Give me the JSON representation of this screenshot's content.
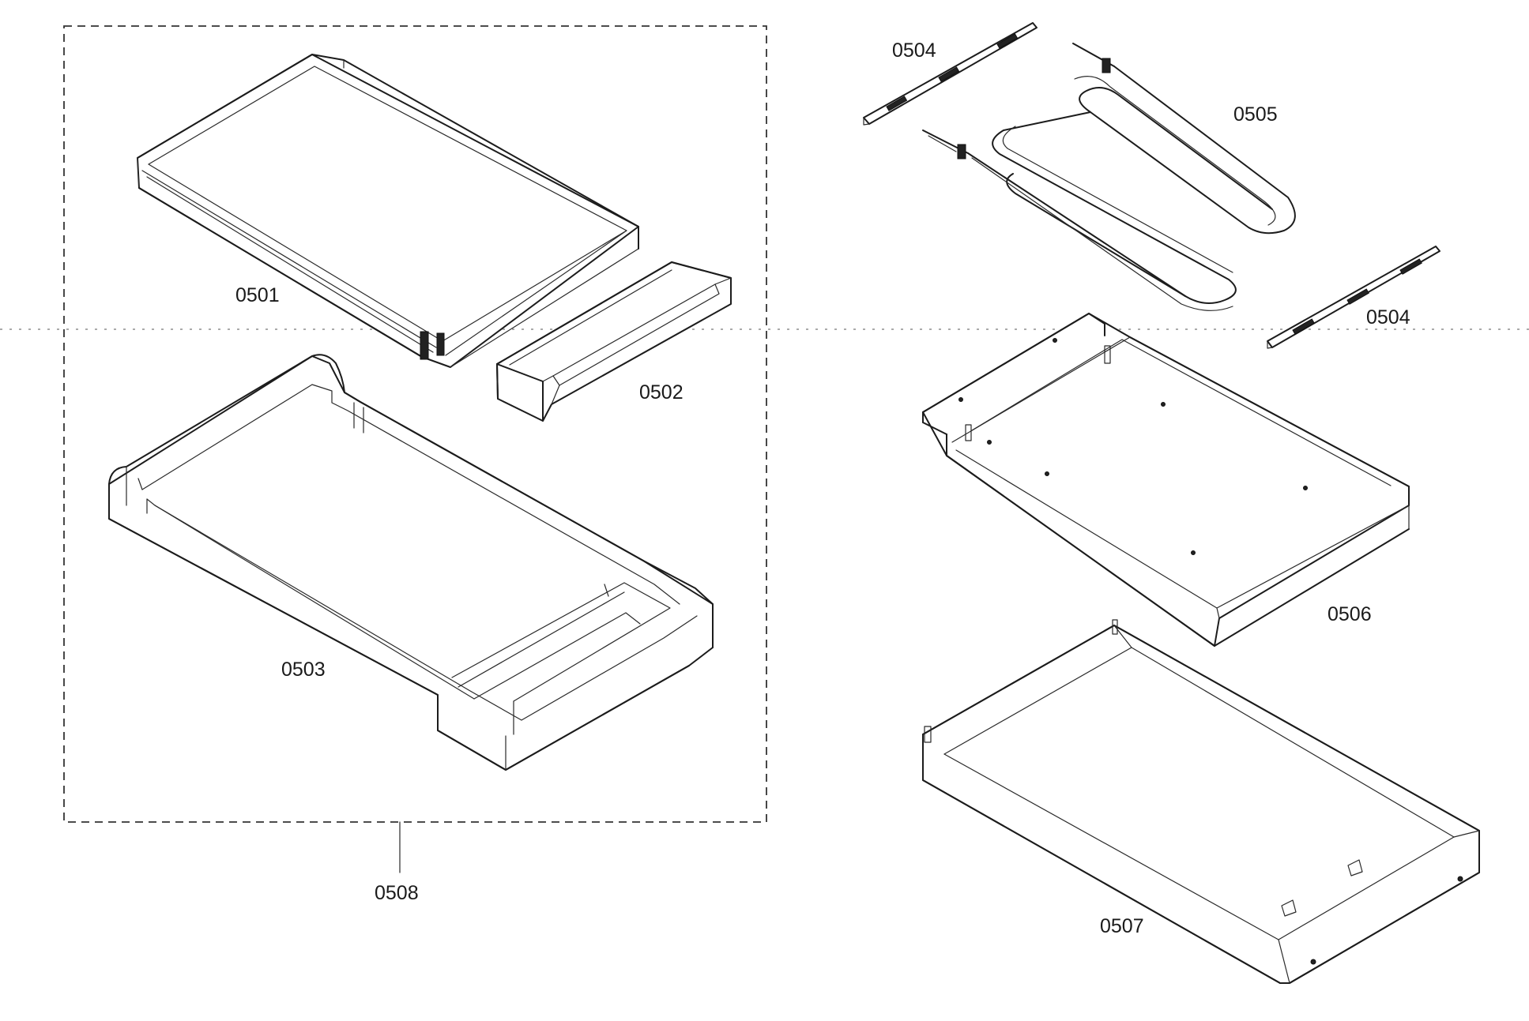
{
  "diagram": {
    "parts": [
      {
        "id": "tray-0501",
        "label": "0501"
      },
      {
        "id": "drawer-0502",
        "label": "0502"
      },
      {
        "id": "base-0503",
        "label": "0503"
      },
      {
        "id": "bracket-0504-top",
        "label": "0504"
      },
      {
        "id": "heating-element-0505",
        "label": "0505"
      },
      {
        "id": "bracket-0504-right",
        "label": "0504"
      },
      {
        "id": "plate-0506",
        "label": "0506"
      },
      {
        "id": "pan-0507",
        "label": "0507"
      },
      {
        "id": "assembly-0508",
        "label": "0508"
      }
    ]
  }
}
